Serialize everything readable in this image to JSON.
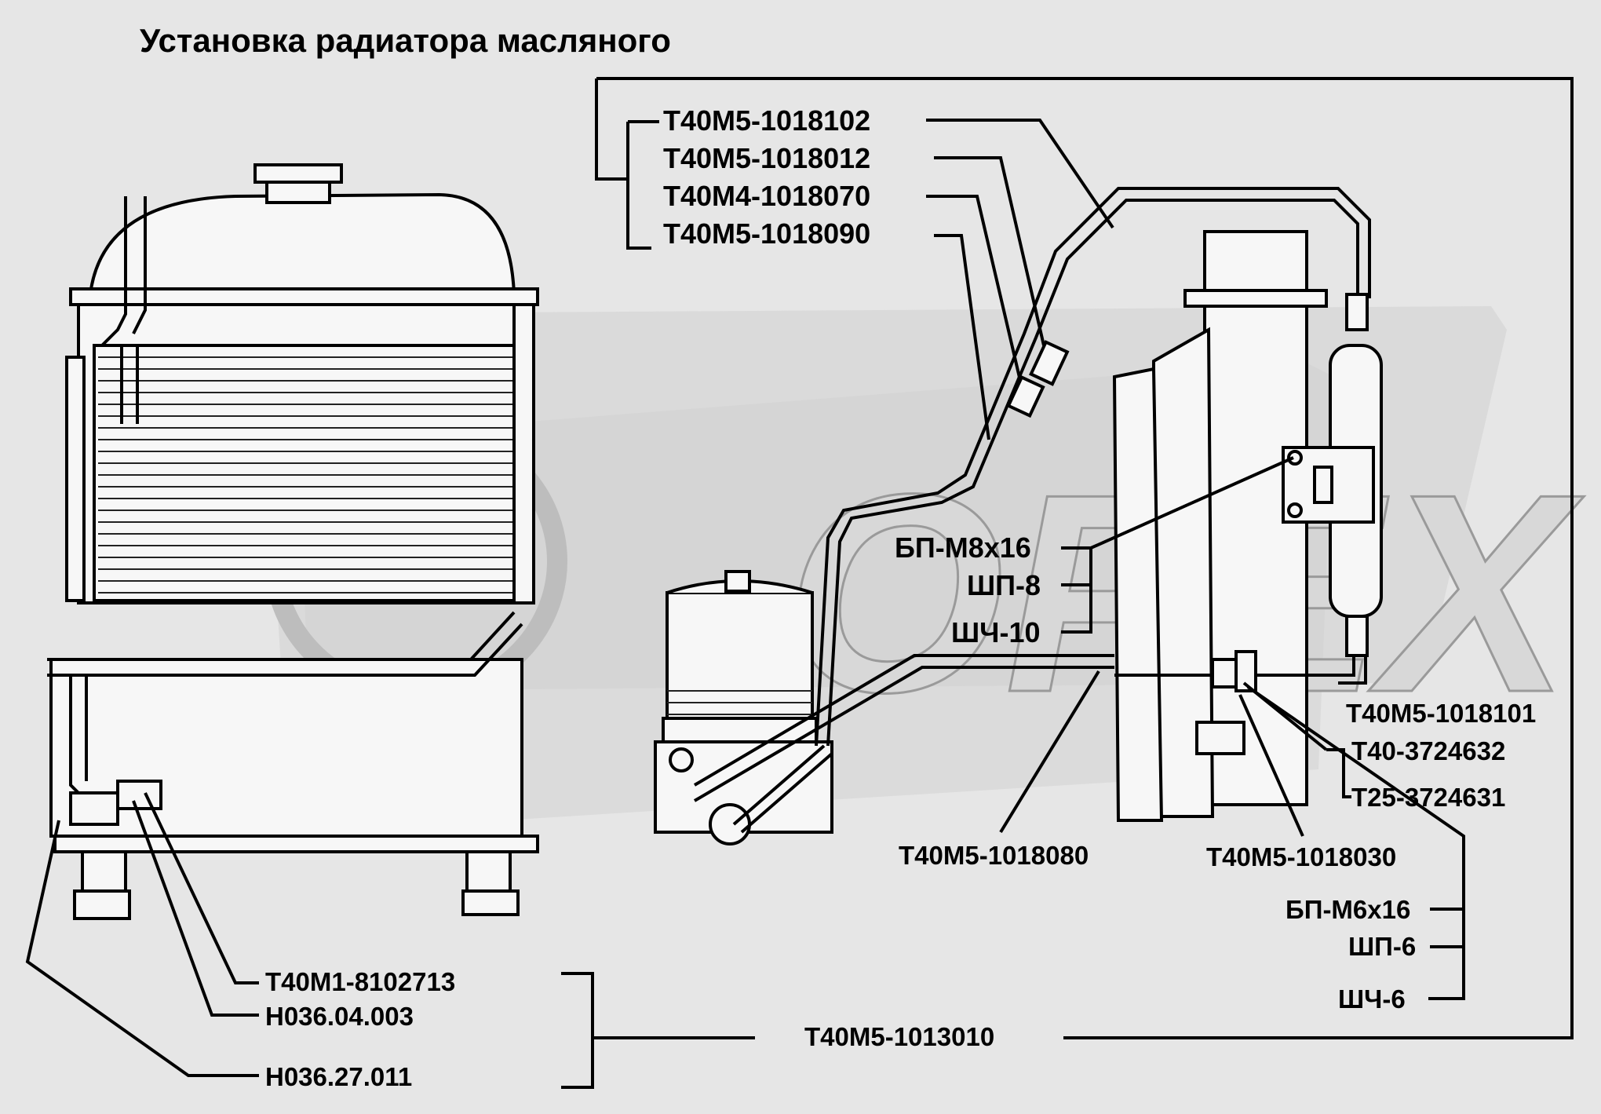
{
  "title": "Установка радиатора масляного",
  "watermark": "ОРЕХ",
  "colors": {
    "background": "#e6e6e6",
    "ink": "#000000",
    "watermark": "#cfcfcf"
  },
  "labels": {
    "t40m5_1018102": "Т40М5-1018102",
    "t40m5_1018012": "Т40М5-1018012",
    "t40m4_1018070": "Т40М4-1018070",
    "t40m5_1018090": "Т40М5-1018090",
    "bp_m8x16": "БП-М8х16",
    "shp_8": "ШП-8",
    "shch_10": "ШЧ-10",
    "t40m5_1018101": "Т40М5-1018101",
    "t40_3724632": "Т40-3724632",
    "t25_3724631": "Т25-3724631",
    "t40m5_1018080": "Т40М5-1018080",
    "t40m5_1018030": "Т40М5-1018030",
    "bp_m6x16": "БП-М6х16",
    "shp_6": "ШП-6",
    "shch_6": "ШЧ-6",
    "t40m1_8102713": "Т40М1-8102713",
    "n036_04_003": "Н036.04.003",
    "n036_27_011": "Н036.27.011",
    "t40m5_1013010": "Т40М5-1013010"
  }
}
